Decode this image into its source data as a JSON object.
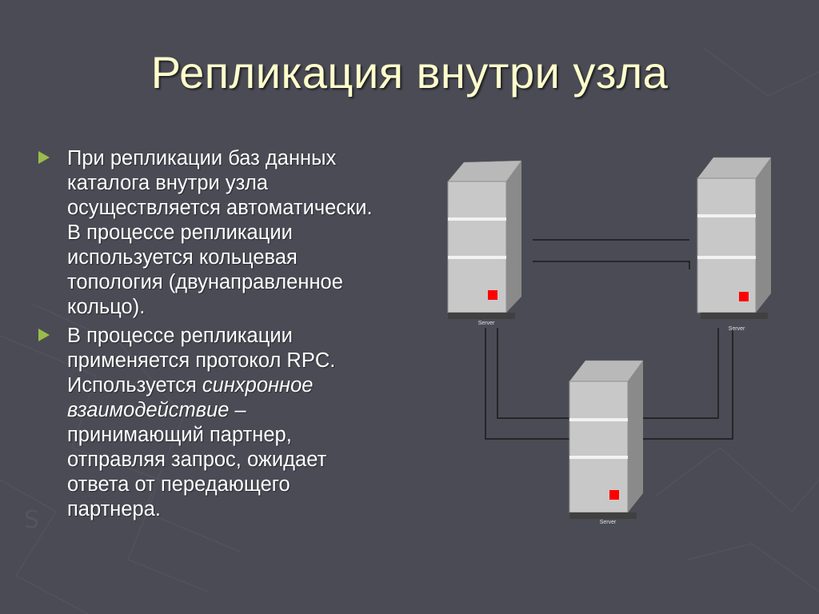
{
  "slide": {
    "title": "Репликация внутри узла",
    "bullets": [
      {
        "text": "При репликации баз данных каталога внутри узла осуществляется автоматически. В процессе репликации используется кольцевая топология (двунаправленное кольцо)."
      },
      {
        "before": "В процессе репликации применяется протокол RPC. Используется ",
        "italic": "синхронное взаимодействие",
        "after": " – принимающий партнер, отправляя запрос, ожидает ответа от передающего партнера."
      }
    ]
  },
  "diagram": {
    "server_label": "Server",
    "colors": {
      "server_front": "#c8c8c8",
      "server_side": "#8a8a8a",
      "indicator": "#ff0000",
      "lines": "#1a1a1a"
    }
  }
}
